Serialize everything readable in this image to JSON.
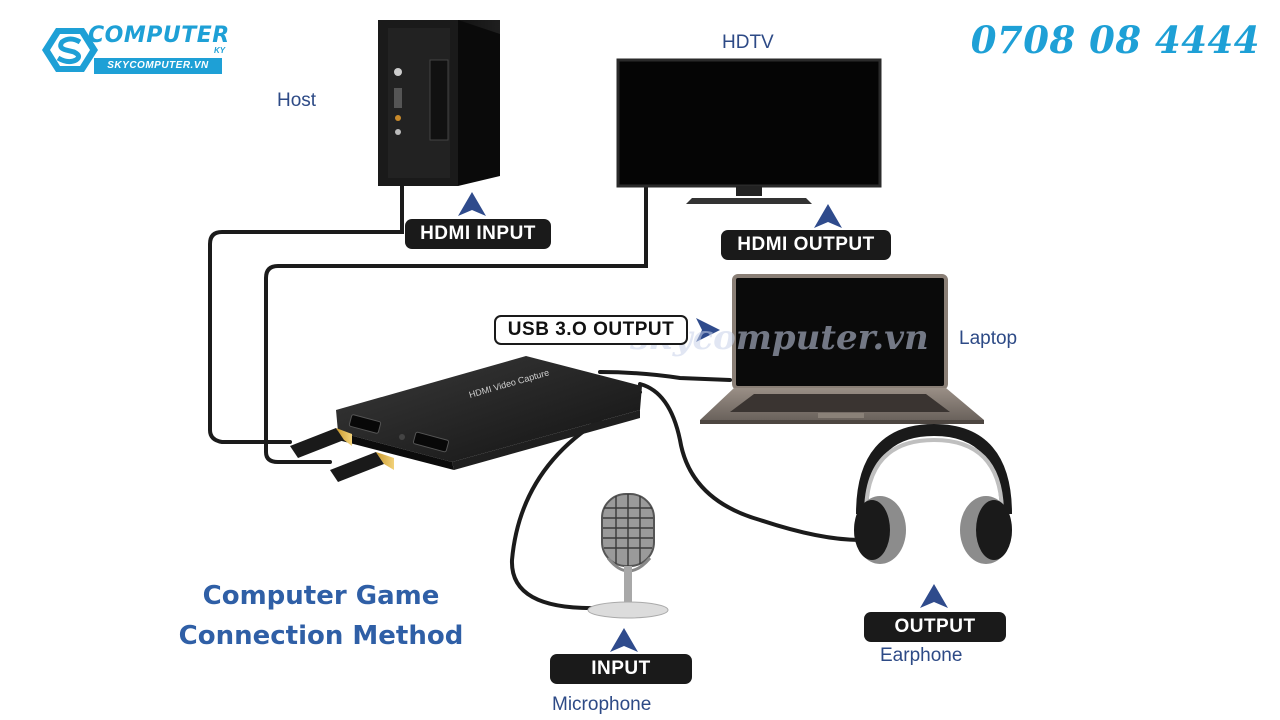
{
  "brand": {
    "name": "COMPUTER",
    "suffix": "KY",
    "site": "SKYCOMPUTER.VN",
    "phone": "0708 08 4444",
    "watermark": "skycomputer.vn",
    "color": "#1ea0d6"
  },
  "devices": {
    "host": "Host",
    "hdtv": "HDTV",
    "laptop": "Laptop",
    "microphone": "Microphone",
    "earphone": "Earphone",
    "capture_box_label": "HDMI Video Capture"
  },
  "ports": {
    "hdmi_input": "HDMI  INPUT",
    "hdmi_output": "HDMI  OUTPUT",
    "usb_output": "USB 3.O OUTPUT",
    "mic_input": "INPUT",
    "earphone_output": "OUTPUT"
  },
  "caption": {
    "line1": "Computer Game",
    "line2": "Connection Method"
  },
  "colors": {
    "caption_text": "#2d4a86",
    "arrow": "#2f4b8c",
    "tag_bg": "#1a1a1a"
  }
}
